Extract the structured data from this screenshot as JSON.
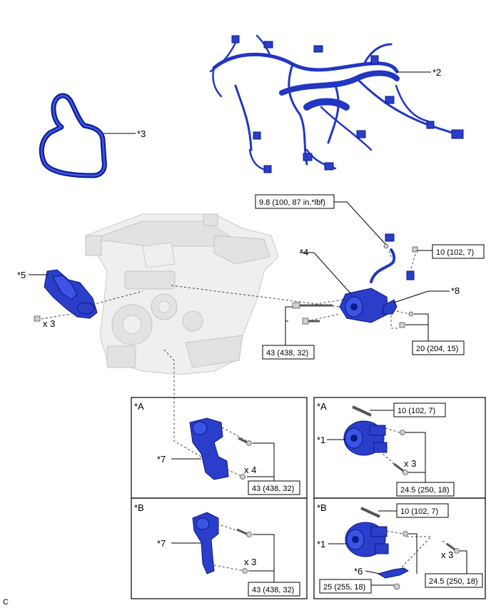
{
  "callouts": {
    "harness": "*2",
    "belt": "*3",
    "alternator": "*4",
    "manifold": "*5",
    "bracket": "*8",
    "compressor_a": "*1",
    "compressor_b": "*1",
    "bracket_a": "*7",
    "bracket_b": "*7",
    "hose": "*6"
  },
  "quantities": {
    "manifold_bolts": "x 3",
    "bracket_a_bolts": "x 4",
    "bracket_b_bolts": "x 3",
    "compressor_a_bolts": "x 3",
    "compressor_b_bolts": "x 3"
  },
  "torques": {
    "t_9_8": "9.8 (100, 87 in.*lbf)",
    "t_10_a": "10 (102, 7)",
    "t_43_alt": "43 (438, 32)",
    "t_20": "20 (204, 15)",
    "t_10_compA": "10 (102, 7)",
    "t_24_5_A": "24.5 (250, 18)",
    "t_43_A": "43 (438, 32)",
    "t_10_compB": "10 (102, 7)",
    "t_24_5_B": "24.5 (250, 18)",
    "t_25": "25 (255, 18)",
    "t_43_B": "43 (438, 32)"
  },
  "panels": {
    "left_a": "*A",
    "right_a": "*A",
    "left_b": "*B",
    "right_b": "*B"
  },
  "corner_mark": "C",
  "colors": {
    "part_blue": "#2a3ec9",
    "engine_grey": "#efefef"
  }
}
